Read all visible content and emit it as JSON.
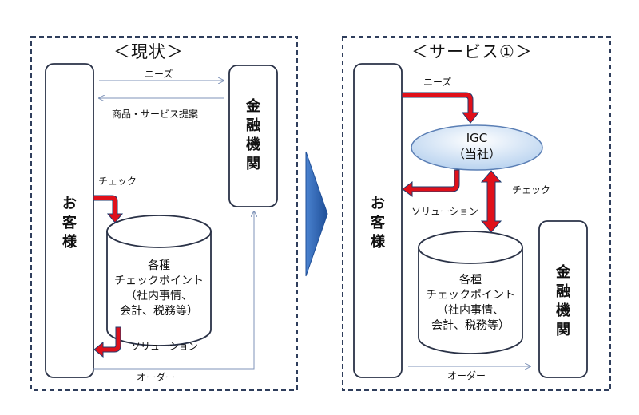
{
  "left_panel": {
    "title": "＜現状＞",
    "customer": "お客様",
    "bank": "金融機関",
    "label_needs": "ニーズ",
    "label_products": "商品・サービス提案",
    "label_check": "チェック",
    "checkpoints": {
      "line1": "各種",
      "line2": "チェックポイント",
      "line3": "（社内事情、",
      "line4": "会計、税務等）"
    },
    "label_solution": "ソリューション",
    "label_order": "オーダー"
  },
  "right_panel": {
    "title": "＜サービス①＞",
    "customer": "お客様",
    "bank": "金融機関",
    "igc_line1": "IGC",
    "igc_line2": "（当社）",
    "label_needs": "ニーズ",
    "label_check": "チェック",
    "label_solution": "ソリューション",
    "checkpoints": {
      "line1": "各種",
      "line2": "チェックポイント",
      "line3": "（社内事情、",
      "line4": "会計、税務等）"
    },
    "label_order": "オーダー"
  },
  "colors": {
    "frame": "#2f3e5c",
    "box_border": "#2a3247",
    "thin_arrow": "#7f93b8",
    "red_arrow": "#e0101a",
    "red_arrow_outline": "#1f3b6e",
    "igc_fill": "#c6dcf2",
    "igc_border": "#5b7fb5",
    "chevron": "#2e63b0"
  }
}
